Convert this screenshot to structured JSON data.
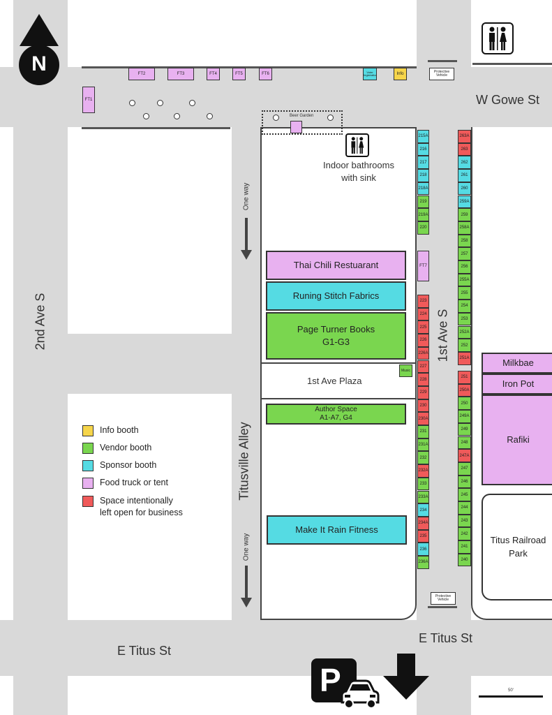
{
  "streets": {
    "w_gowe": "W Gowe St",
    "e_titus_left": "E Titus St",
    "e_titus_right": "E Titus St",
    "second_ave": "2nd Ave S",
    "first_ave": "1st Ave S",
    "alley": "Titusville Alley"
  },
  "compass_letter": "N",
  "one_way_top": "One way",
  "one_way_bottom": "One way",
  "beer_garden": "Beer Garden",
  "indoor_bathrooms": "Indoor bathrooms\nwith sink",
  "top_booths": {
    "ft1": "FT1",
    "ft2": "FT2",
    "ft3": "FT3",
    "ft4": "FT4",
    "ft5": "FT5",
    "ft6": "FT6",
    "voter": "Voter Registration",
    "info": "Info"
  },
  "protective_top": "Protective Vehicle",
  "protective_bottom": "Protective Vehicle",
  "ft7": "FT7",
  "music": "Music",
  "blocks": {
    "thai": "Thai Chili Restuarant",
    "stitch": "Runing Stitch Fabrics",
    "page_turner_1": "Page Turner Books",
    "page_turner_2": "G1-G3",
    "plaza": "1st Ave Plaza",
    "author_1": "Author Space",
    "author_2": "A1-A7, G4",
    "rain": "Make It Rain Fitness"
  },
  "right_places": {
    "milkbae": "Milkbae",
    "iron_pot": "Iron Pot",
    "rafiki": "Rafiki",
    "park": "Titus Railroad\nPark"
  },
  "left_column": [
    {
      "label": "215A",
      "type": "sponsor"
    },
    {
      "label": "216",
      "type": "sponsor"
    },
    {
      "label": "217",
      "type": "sponsor"
    },
    {
      "label": "218",
      "type": "sponsor"
    },
    {
      "label": "218A",
      "type": "sponsor"
    },
    {
      "label": "219",
      "type": "vendor"
    },
    {
      "label": "219A",
      "type": "vendor"
    },
    {
      "label": "220",
      "type": "vendor"
    },
    {
      "label": "223",
      "type": "open"
    },
    {
      "label": "224",
      "type": "open"
    },
    {
      "label": "225",
      "type": "open"
    },
    {
      "label": "226",
      "type": "open"
    },
    {
      "label": "226A",
      "type": "open"
    },
    {
      "label": "227",
      "type": "open"
    },
    {
      "label": "228",
      "type": "open"
    },
    {
      "label": "229",
      "type": "open"
    },
    {
      "label": "230",
      "type": "open"
    },
    {
      "label": "230A",
      "type": "open"
    },
    {
      "label": "231",
      "type": "vendor"
    },
    {
      "label": "231A",
      "type": "vendor"
    },
    {
      "label": "232",
      "type": "vendor"
    },
    {
      "label": "232A",
      "type": "open"
    },
    {
      "label": "233",
      "type": "vendor"
    },
    {
      "label": "233A",
      "type": "vendor"
    },
    {
      "label": "234",
      "type": "sponsor"
    },
    {
      "label": "234A",
      "type": "open"
    },
    {
      "label": "235",
      "type": "open"
    },
    {
      "label": "236",
      "type": "sponsor"
    },
    {
      "label": "236A",
      "type": "vendor"
    }
  ],
  "right_column": [
    {
      "label": "263A",
      "type": "open"
    },
    {
      "label": "263",
      "type": "open"
    },
    {
      "label": "262",
      "type": "sponsor"
    },
    {
      "label": "261",
      "type": "sponsor"
    },
    {
      "label": "260",
      "type": "sponsor"
    },
    {
      "label": "259A",
      "type": "sponsor"
    },
    {
      "label": "259",
      "type": "vendor"
    },
    {
      "label": "258A",
      "type": "vendor"
    },
    {
      "label": "258",
      "type": "vendor"
    },
    {
      "label": "257",
      "type": "vendor"
    },
    {
      "label": "256",
      "type": "vendor"
    },
    {
      "label": "255A",
      "type": "vendor"
    },
    {
      "label": "255",
      "type": "vendor"
    },
    {
      "label": "254",
      "type": "vendor"
    },
    {
      "label": "253",
      "type": "vendor"
    },
    {
      "label": "252A",
      "type": "vendor"
    },
    {
      "label": "252",
      "type": "vendor"
    },
    {
      "label": "251A",
      "type": "open"
    },
    {
      "label": "251",
      "type": "open"
    },
    {
      "label": "250A",
      "type": "open"
    },
    {
      "label": "250",
      "type": "vendor"
    },
    {
      "label": "249A",
      "type": "vendor"
    },
    {
      "label": "249",
      "type": "vendor"
    },
    {
      "label": "248",
      "type": "vendor"
    },
    {
      "label": "247A",
      "type": "open"
    },
    {
      "label": "247",
      "type": "vendor"
    },
    {
      "label": "246",
      "type": "vendor"
    },
    {
      "label": "245",
      "type": "vendor"
    },
    {
      "label": "244",
      "type": "vendor"
    },
    {
      "label": "243",
      "type": "vendor"
    },
    {
      "label": "242",
      "type": "vendor"
    },
    {
      "label": "241",
      "type": "vendor"
    },
    {
      "label": "240",
      "type": "vendor"
    }
  ],
  "legend": {
    "info": "Info booth",
    "vendor": "Vendor booth",
    "sponsor": "Sponsor booth",
    "food": "Food truck or tent",
    "open_1": "Space intentionally",
    "open_2": "left open for business"
  },
  "parking_letter": "P",
  "scale": "50'",
  "colors": {
    "vendor": "#7ad64f",
    "sponsor": "#55dbe3",
    "food": "#e8b1f0",
    "open": "#f05a5a",
    "info": "#f6d54a",
    "road": "#d9d9d9"
  }
}
